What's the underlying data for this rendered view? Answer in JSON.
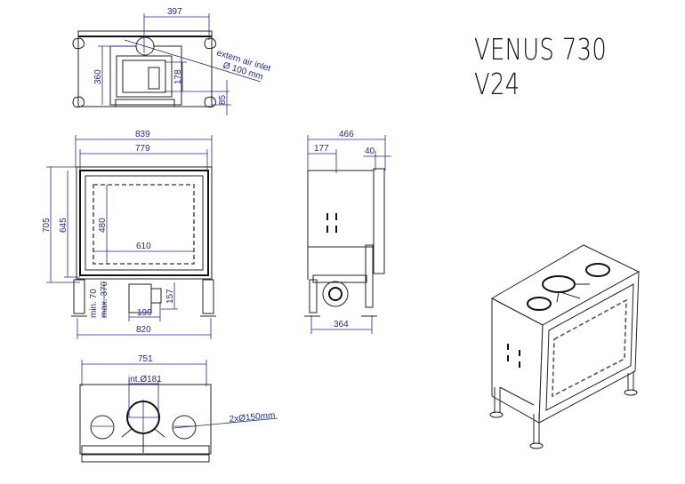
{
  "title": "VENUS 730 V24",
  "top_view": {
    "dim_width": "397",
    "dim_height": "360",
    "dim_box": "178",
    "dim_offset": "85",
    "air_inlet_label": "extern air inlet",
    "air_inlet_size": "Ø 100  mm"
  },
  "front_view": {
    "dim_outer_width": "839",
    "dim_frame_width": "779",
    "dim_outer_height": "705",
    "dim_frame_height": "645",
    "dim_glass_height": "480",
    "dim_glass_width": "610",
    "dim_legs_min": "min. 70",
    "dim_legs_max": "max. 370",
    "dim_box_height": "157",
    "dim_box_width": "199",
    "dim_leg_span": "820"
  },
  "side_view": {
    "dim_depth": "466",
    "dim_flue_offset": "177",
    "dim_frame_depth": "40",
    "dim_leg_span": "364"
  },
  "bottom_view": {
    "dim_width": "751",
    "dim_flue": "int.Ø181",
    "dim_air": "2xØ150mm"
  },
  "colors": {
    "dimension": "#1f2a8a",
    "line": "#222222"
  }
}
